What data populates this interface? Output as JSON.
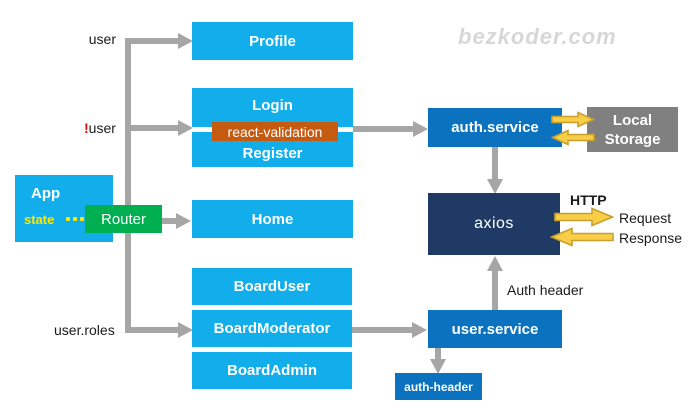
{
  "watermark": "bezkoder.com",
  "nodes": {
    "app": {
      "title": "App",
      "state": "state"
    },
    "router": "Router",
    "profile": "Profile",
    "login": "Login",
    "react_validation": "react-validation",
    "register": "Register",
    "home": "Home",
    "board_user": "BoardUser",
    "board_moderator": "BoardModerator",
    "board_admin": "BoardAdmin",
    "auth_service": "auth.service",
    "local_storage": {
      "line1": "Local",
      "line2": "Storage"
    },
    "axios": "axios",
    "user_service": "user.service",
    "auth_header_box": "auth-header"
  },
  "labels": {
    "user": "user",
    "not_user_bang": "!",
    "not_user": "user",
    "user_roles": "user.roles",
    "http": "HTTP",
    "request": "Request",
    "response": "Response",
    "auth_header": "Auth header"
  },
  "colors": {
    "cyan_box": "#12aeeb",
    "blue_box": "#0a72bf",
    "navy_box": "#203a66",
    "green_box": "#00b050",
    "orange_box": "#c55a11",
    "gray_box": "#808080",
    "connector_gray": "#a6a6a6",
    "block_arrow_fill": "#f9ce46",
    "block_arrow_stroke": "#c7a02e",
    "state_yellow": "#ffe800",
    "bang_red": "#ff0000"
  }
}
